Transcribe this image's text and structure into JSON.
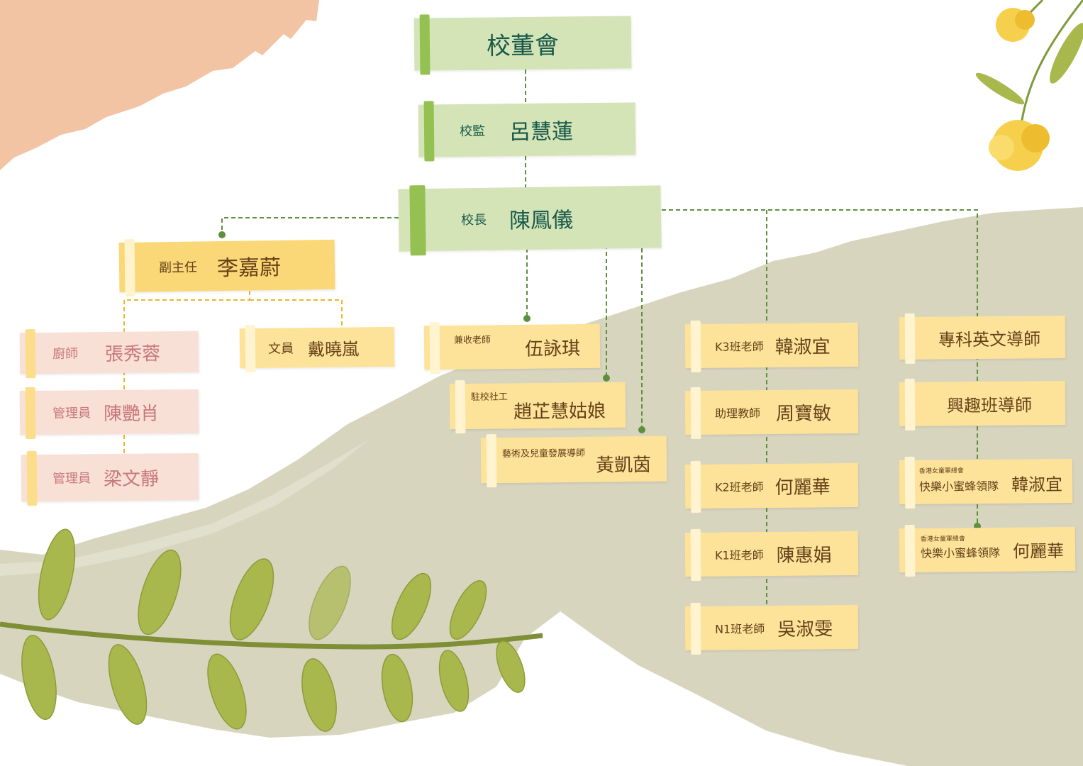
{
  "board": {
    "label": "校董會"
  },
  "supervisor": {
    "title": "校監",
    "name": "呂慧蓮"
  },
  "principal": {
    "title": "校長",
    "name": "陳鳳儀"
  },
  "deputy": {
    "title": "副主任",
    "name": "李嘉蔚"
  },
  "clerk": {
    "title": "文員",
    "name": "戴曉嵐"
  },
  "support_staff": [
    {
      "title": "廚師",
      "name": "張秀蓉"
    },
    {
      "title": "管理員",
      "name": "陳艷肖"
    },
    {
      "title": "管理員",
      "name": "梁文靜"
    }
  ],
  "special_staff": [
    {
      "title": "兼收老師",
      "name": "伍詠琪"
    },
    {
      "title": "駐校社工",
      "name": "趙芷慧姑娘"
    },
    {
      "title": "藝術及兒童發展導師",
      "name": "黃凱茵"
    }
  ],
  "class_teachers": [
    {
      "title": "K3班老師",
      "name": "韓淑宜"
    },
    {
      "title": "助理教師",
      "name": "周寶敏"
    },
    {
      "title": "K2班老師",
      "name": "何麗華"
    },
    {
      "title": "K1班老師",
      "name": "陳惠娟"
    },
    {
      "title": "N1班老師",
      "name": "吳淑雯"
    }
  ],
  "program_staff": {
    "english": "專科英文導師",
    "interest": "興趣班導師",
    "brownies": [
      {
        "org": "香港女童軍總會",
        "title": "快樂小蜜蜂領隊",
        "name": "韓淑宜"
      },
      {
        "org": "香港女童軍總會",
        "title": "快樂小蜜蜂領隊",
        "name": "何麗華"
      }
    ]
  },
  "colors": {
    "green_box": "#d4e4b7",
    "green_tab": "#95c153",
    "yellow_box": "#fde39a",
    "pink_box": "#f8e0d6",
    "green_line": "#5e8f3e",
    "gold_line": "#e8b92b",
    "kraft_paper": "#f2c4a4",
    "torn_paper": "#d8d5bf"
  }
}
